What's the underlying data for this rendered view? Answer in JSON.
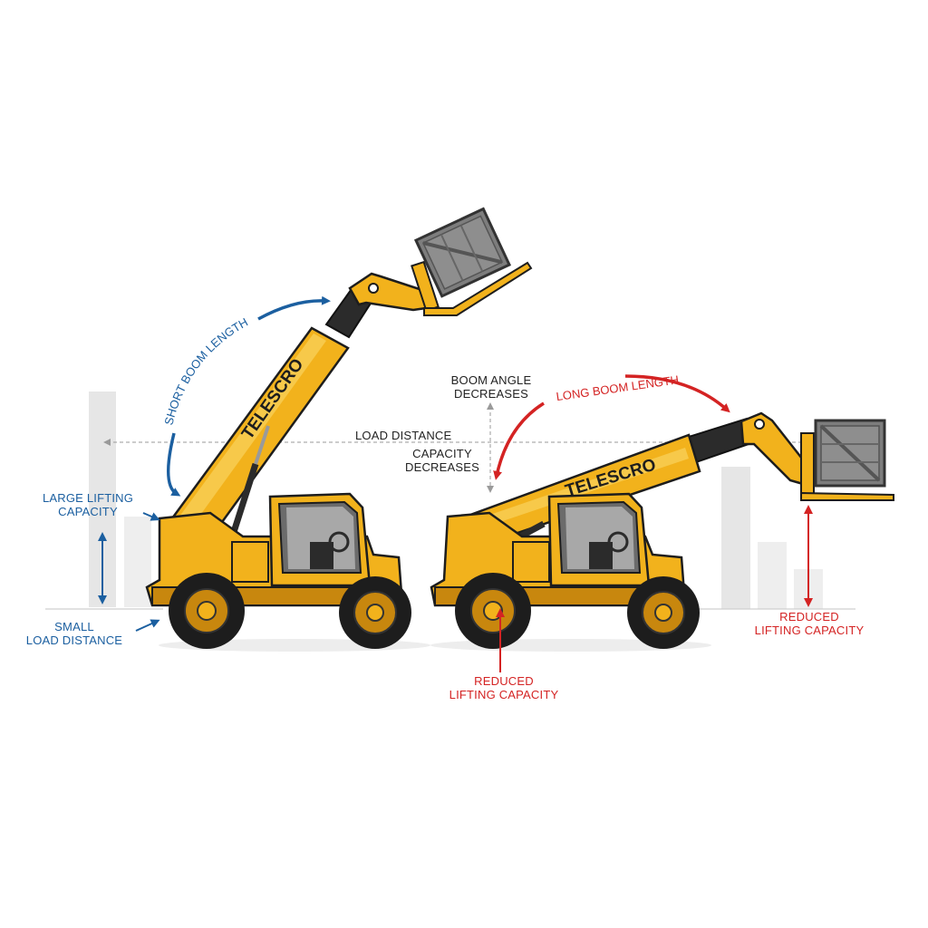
{
  "colors": {
    "machine_yellow": "#f2b21c",
    "machine_shadow": "#c8870e",
    "outline": "#1d1d1d",
    "short_boom_accent": "#1b5fa0",
    "long_boom_accent": "#d42323",
    "guide_line": "#9a9a9a",
    "capacity_bar": "#e2e2e2",
    "crate": "#7d7d7d"
  },
  "machines": {
    "left": {
      "brand": "TELESCRO",
      "boom_length": "SHORT BOOM LENGTH"
    },
    "right": {
      "brand": "TELESCRO",
      "boom_length": "LONG BOOM LENGTH"
    }
  },
  "labels": {
    "large_lifting_capacity": [
      "LARGE LIFTING",
      "CAPACITY"
    ],
    "small_load_distance": [
      "SMALL",
      "LOAD DISTANCE"
    ],
    "boom_angle_decreases": [
      "BOOM ANGLE",
      "DECREASES"
    ],
    "load_distance": "LOAD DISTANCE",
    "capacity_decreases": [
      "CAPACITY",
      "DECREASES"
    ],
    "reduced_capacity_center": [
      "REDUCED",
      "LIFTING CAPACITY"
    ],
    "reduced_capacity_right": [
      "REDUCED",
      "LIFTING CAPACITY"
    ]
  }
}
